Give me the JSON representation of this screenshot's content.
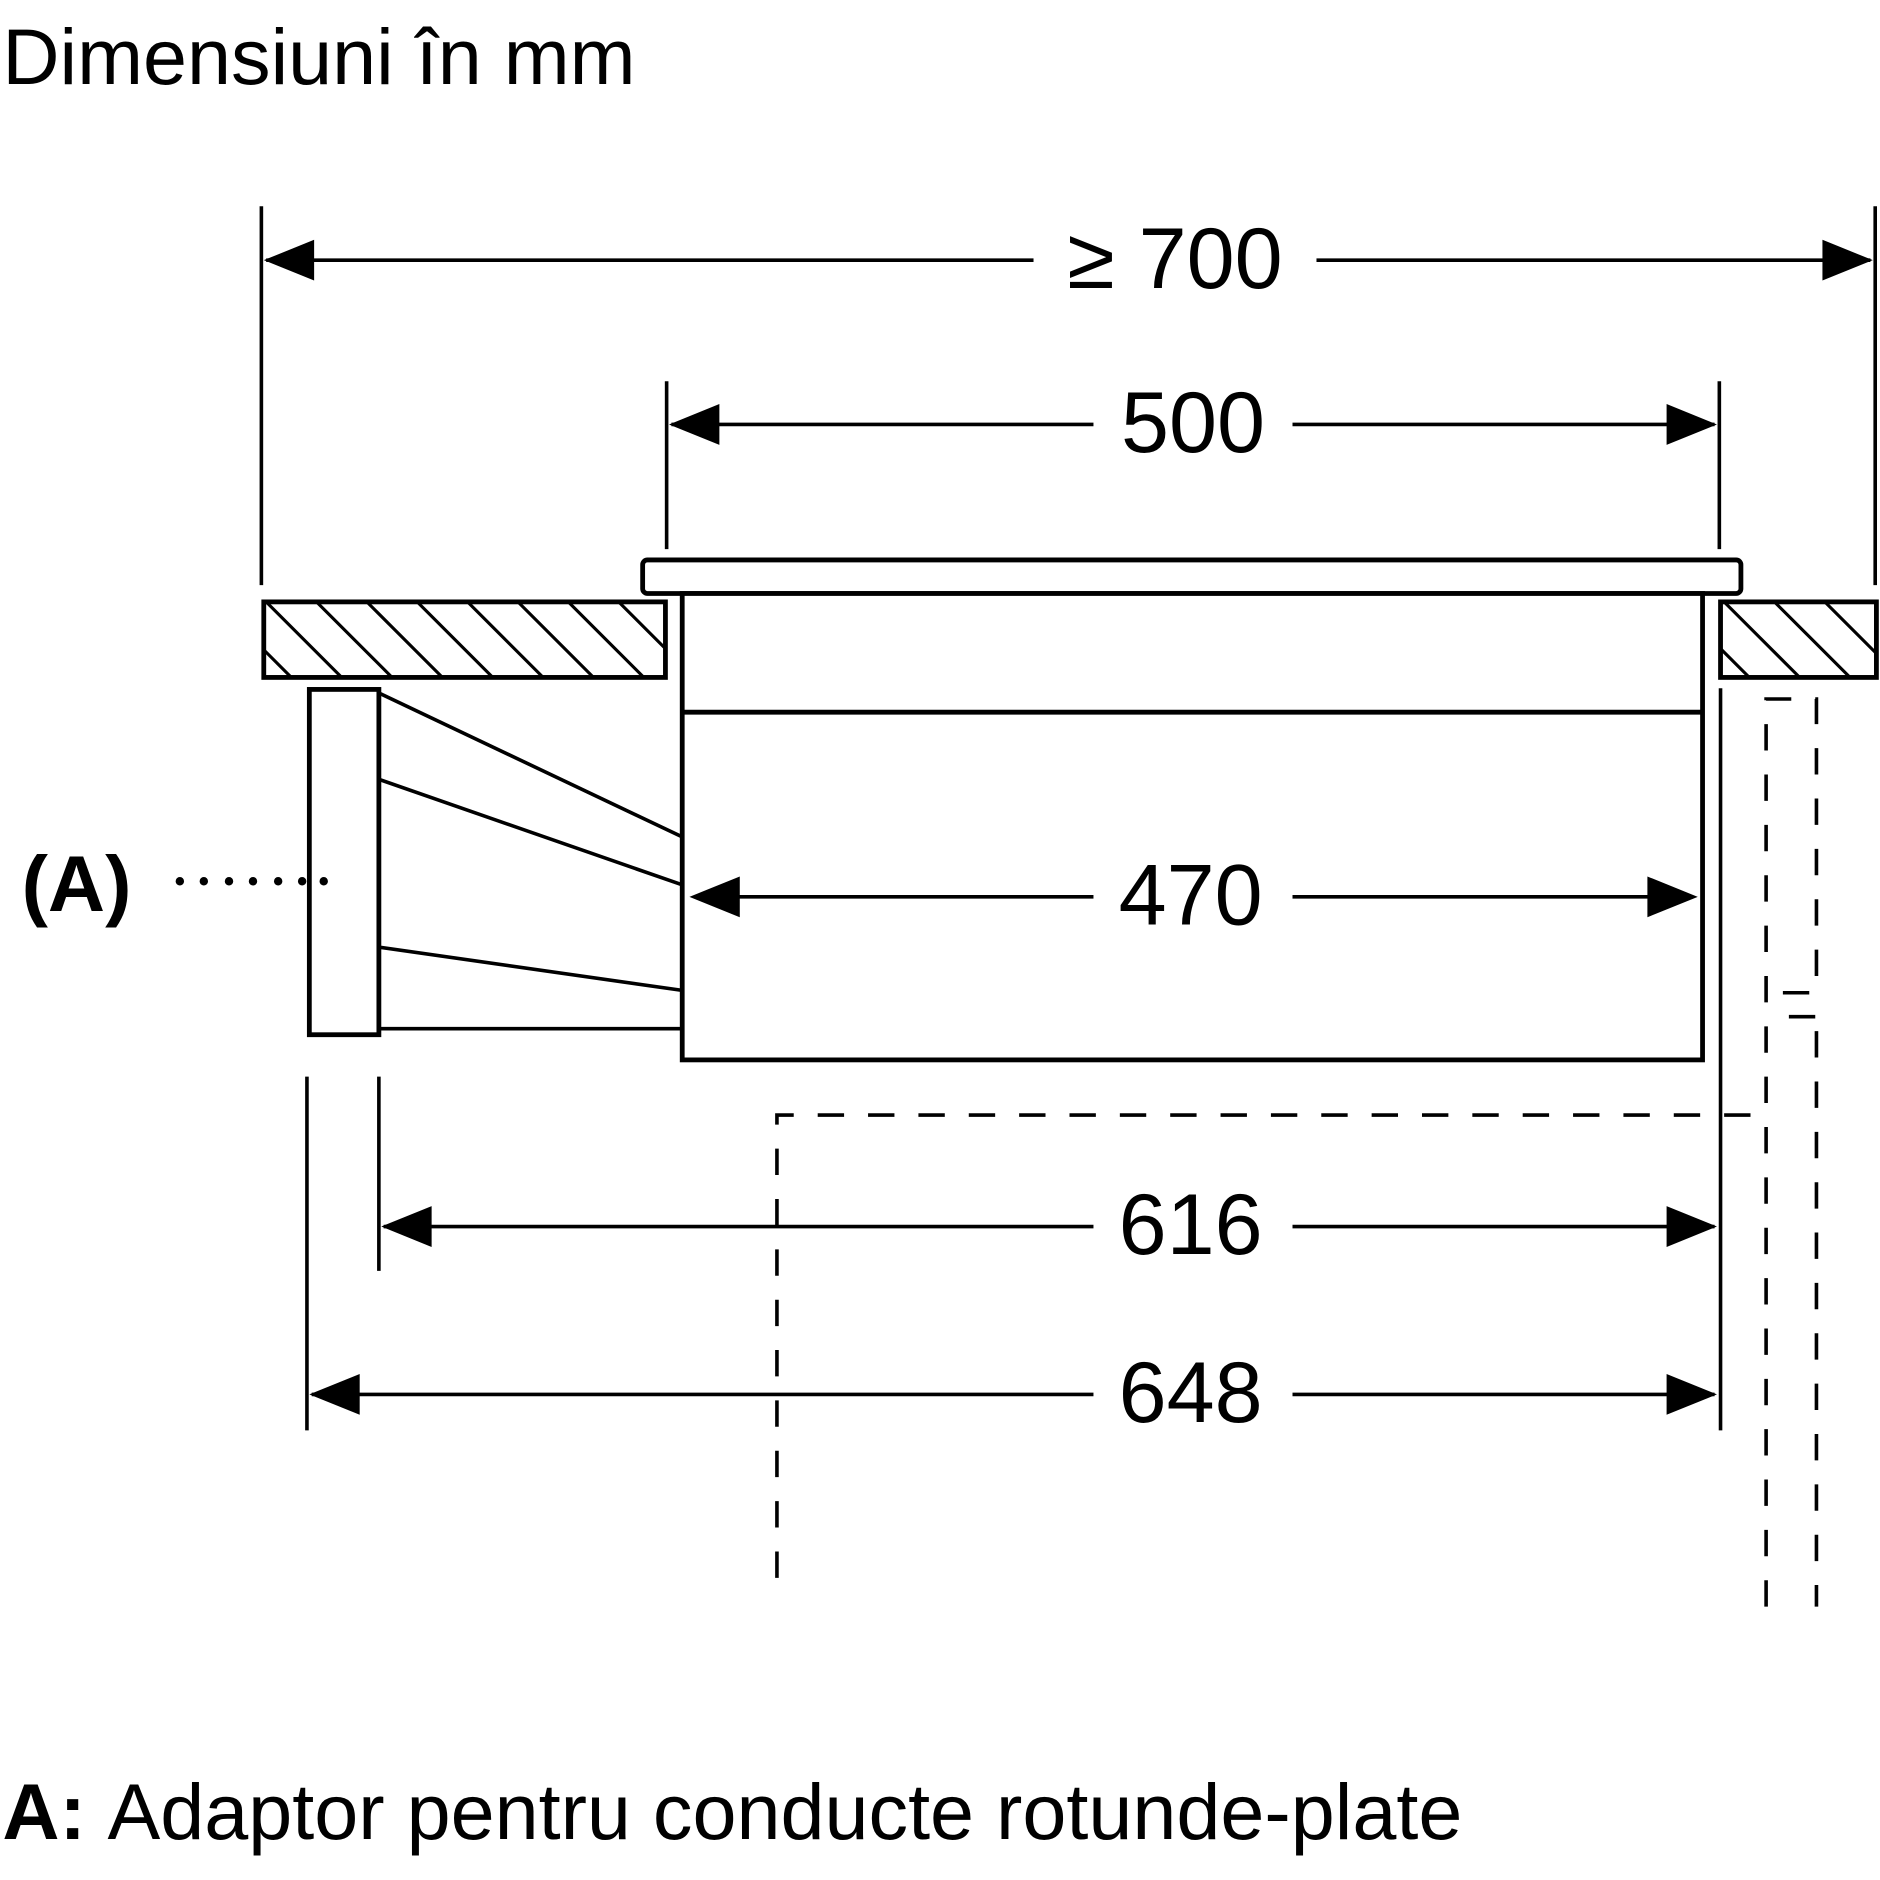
{
  "title": "Dimensiuni în mm",
  "dimensions": {
    "overall_cutout_min": "≥ 700",
    "top_plate_width": "500",
    "body_width": "470",
    "depth_without_adapter": "616",
    "depth_with_adapter": "648"
  },
  "callout_label": "(A)",
  "legend": {
    "key": "A:",
    "description": "Adaptor pentru conducte rotunde-plate"
  },
  "colors": {
    "ink": "#000000",
    "background": "#ffffff"
  }
}
